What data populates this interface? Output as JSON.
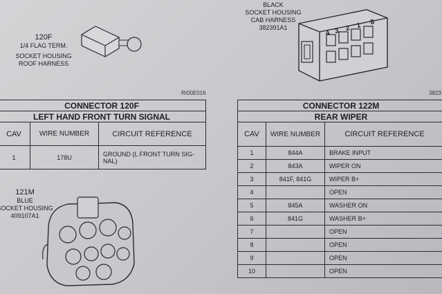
{
  "c120f": {
    "name": "120F",
    "line1": "1/4 FLAG TERM.",
    "line2": "SOCKET HOUSING",
    "line3": "ROOF HARNESS",
    "ref_code": "RI00E016"
  },
  "black_housing": {
    "color": "BLACK",
    "line2": "SOCKET HOUSING",
    "line3": "CAB HARNESS",
    "part": "382391A1",
    "pin_labels": [
      "4",
      "3",
      "2",
      "1",
      "8"
    ]
  },
  "right_edge_code": "3823",
  "table120f": {
    "title": "CONNECTOR 120F",
    "subtitle": "LEFT HAND FRONT TURN SIGNAL",
    "headers": {
      "cav": "CAV",
      "wire": "WIRE NUMBER",
      "circuit": "CIRCUIT REFERENCE"
    },
    "rows": [
      {
        "cav": "1",
        "wire": "178U",
        "circuit": "GROUND (L FRONT TURN SIG- NAL)"
      }
    ]
  },
  "c121m": {
    "name": "121M",
    "color": "BLUE",
    "line3": "SOCKET HOUSING",
    "part": "409107A1"
  },
  "table122m": {
    "title": "CONNECTOR 122M",
    "subtitle": "REAR WIPER",
    "headers": {
      "cav": "CAV",
      "wire": "WIRE NUMBER",
      "circuit": "CIRCUIT REFERENCE"
    },
    "rows": [
      {
        "cav": "1",
        "wire": "844A",
        "circuit": "BRAKE INPUT"
      },
      {
        "cav": "2",
        "wire": "843A",
        "circuit": "WIPER ON"
      },
      {
        "cav": "3",
        "wire": "841F, 841G",
        "circuit": "WIPER B+"
      },
      {
        "cav": "4",
        "wire": "",
        "circuit": "OPEN"
      },
      {
        "cav": "5",
        "wire": "845A",
        "circuit": "WASHER ON"
      },
      {
        "cav": "6",
        "wire": "841G",
        "circuit": "WASHER B+"
      },
      {
        "cav": "7",
        "wire": "",
        "circuit": "OPEN"
      },
      {
        "cav": "8",
        "wire": "",
        "circuit": "OPEN"
      },
      {
        "cav": "9",
        "wire": "",
        "circuit": "OPEN"
      },
      {
        "cav": "10",
        "wire": "",
        "circuit": "OPEN"
      }
    ]
  }
}
